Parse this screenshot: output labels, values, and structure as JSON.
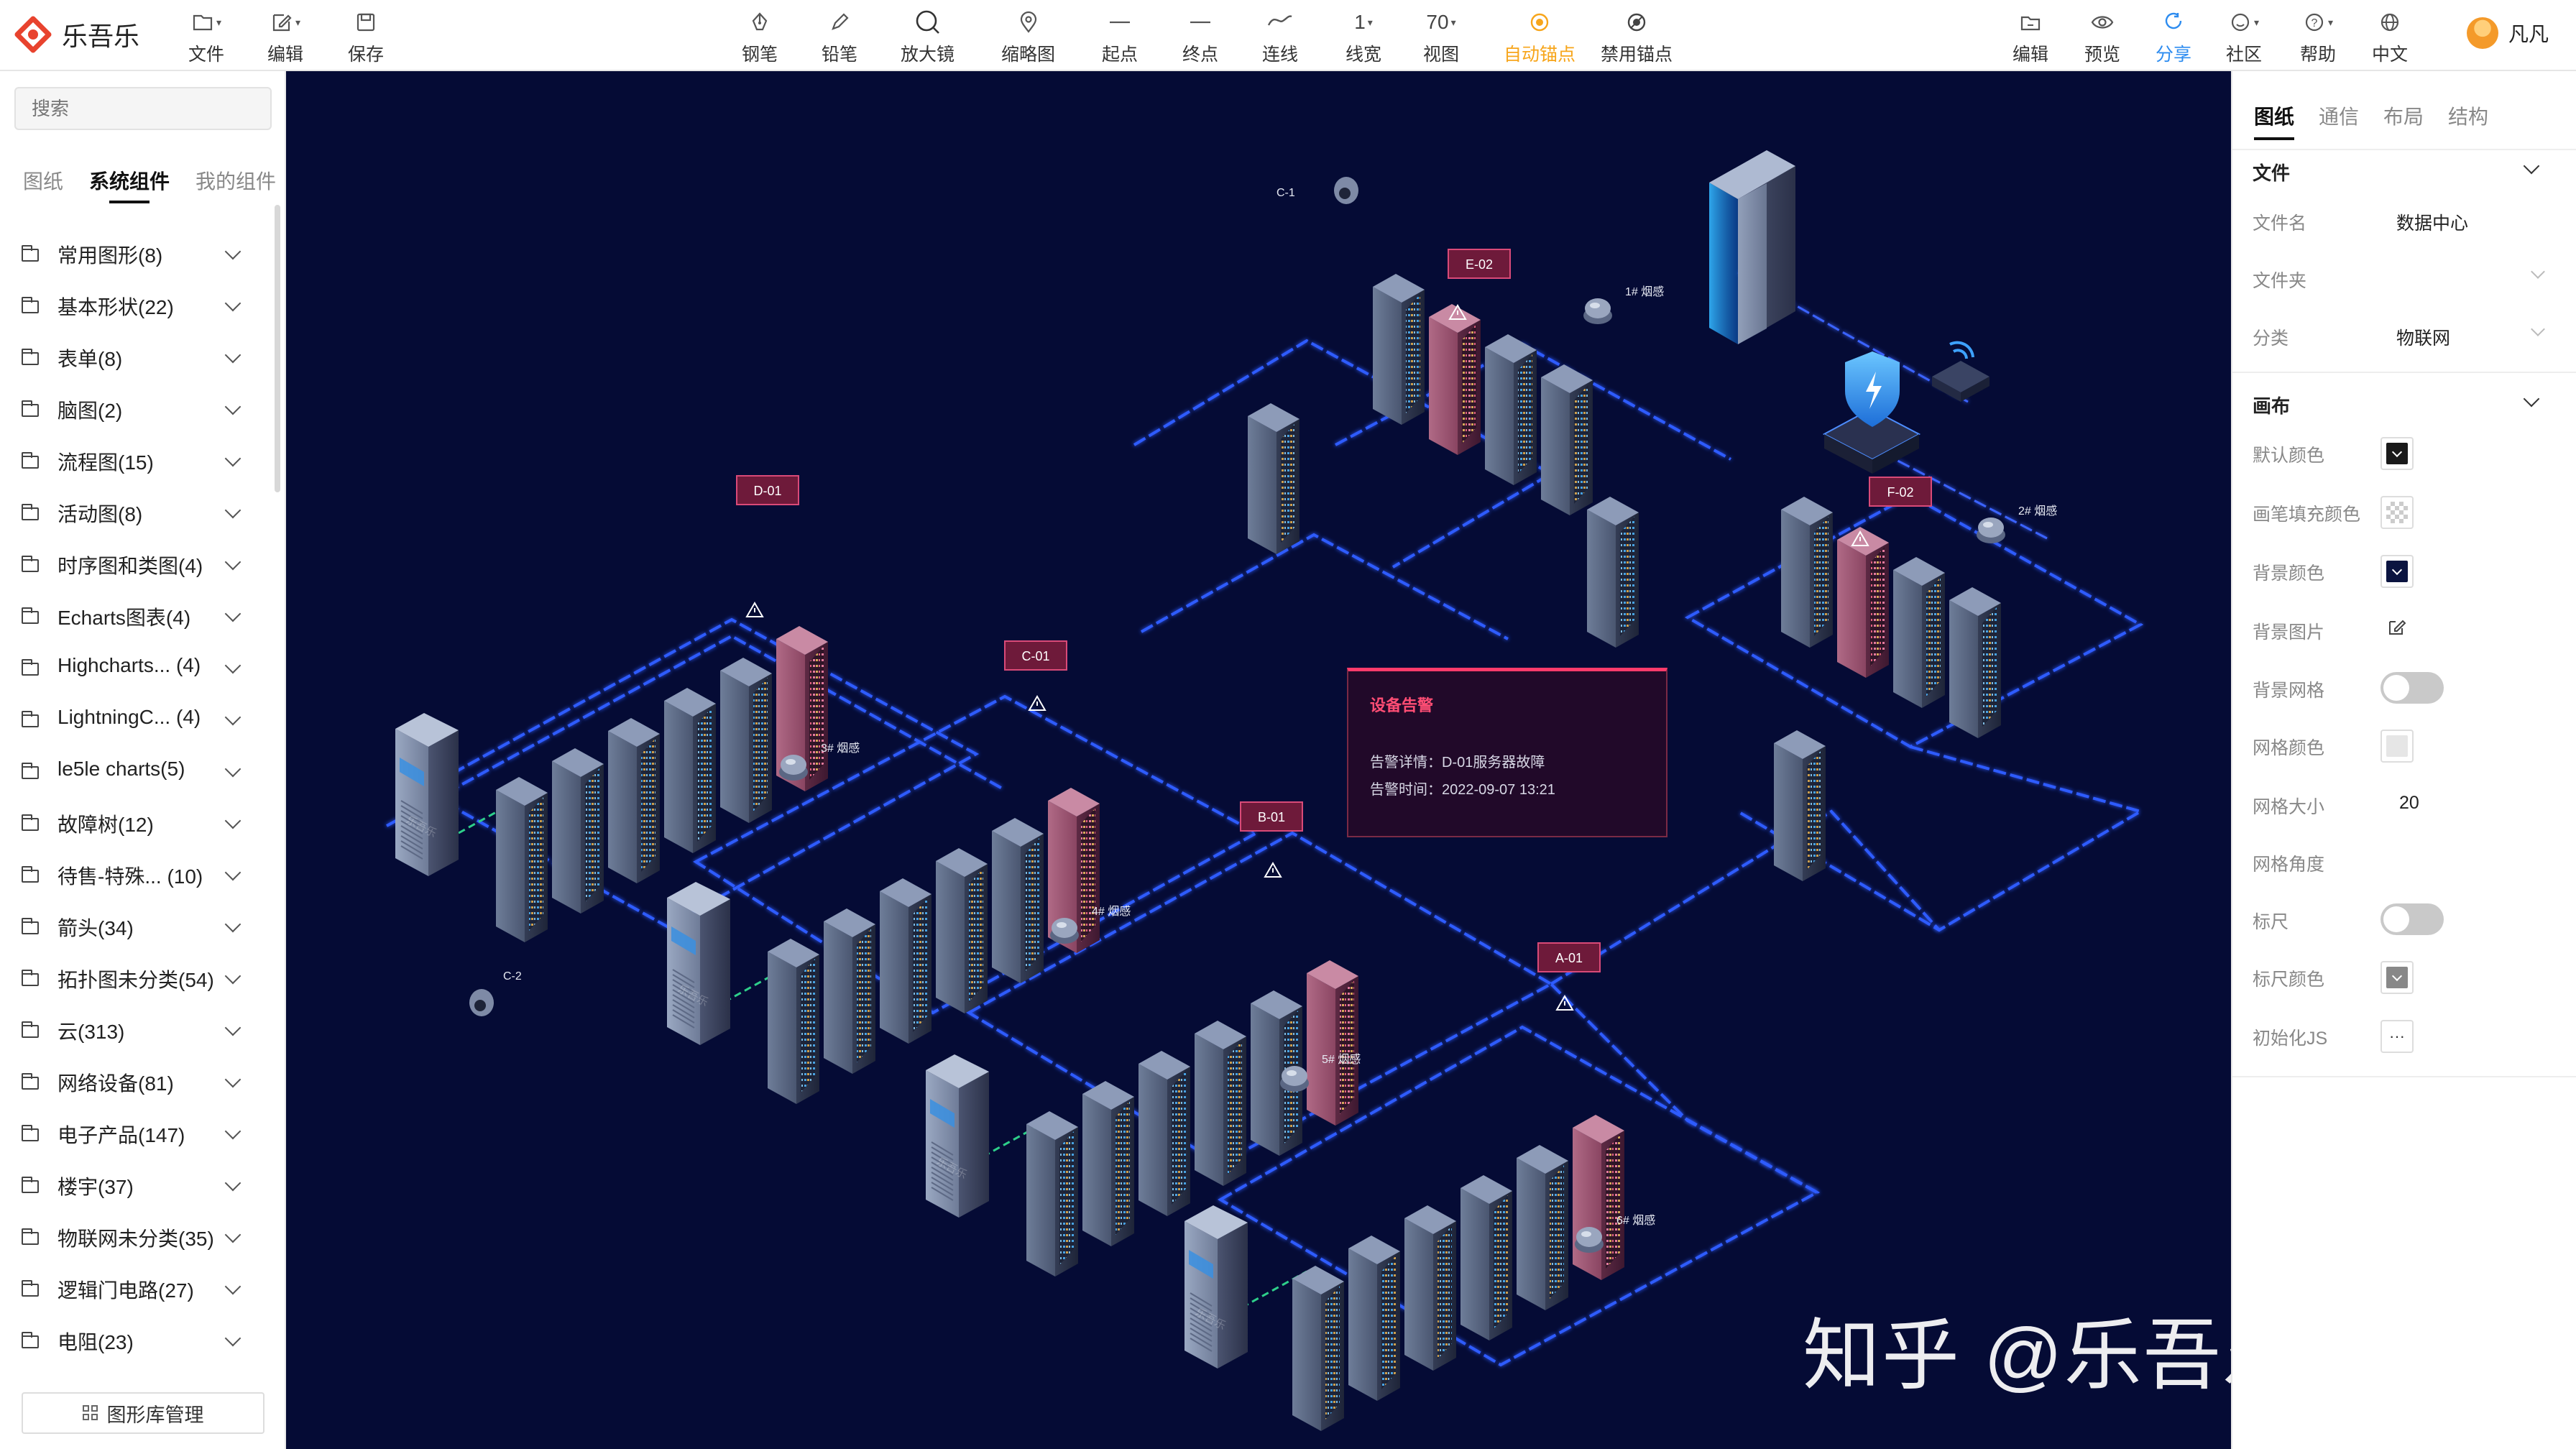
{
  "app": {
    "name": "乐吾乐",
    "user": "凡凡"
  },
  "toolbar": {
    "left": [
      {
        "label": "文件",
        "icon": "file-icon",
        "caret": true
      },
      {
        "label": "编辑",
        "icon": "edit-icon",
        "caret": true
      },
      {
        "label": "保存",
        "icon": "save-icon",
        "caret": false
      }
    ],
    "center": [
      {
        "label": "钢笔",
        "icon": "pen-icon"
      },
      {
        "label": "铅笔",
        "icon": "pencil-icon"
      },
      {
        "label": "放大镜",
        "icon": "magnifier-icon"
      },
      {
        "label": "缩略图",
        "icon": "map-pin-icon"
      },
      {
        "label": "起点",
        "icon": "line-start-icon"
      },
      {
        "label": "终点",
        "icon": "line-end-icon"
      },
      {
        "label": "连线",
        "icon": "curve-icon"
      },
      {
        "label": "线宽",
        "value": "1"
      },
      {
        "label": "视图",
        "value": "70"
      },
      {
        "label": "自动锚点",
        "icon": "anchor-auto-icon",
        "active": true
      },
      {
        "label": "禁用锚点",
        "icon": "anchor-disable-icon"
      }
    ],
    "right": [
      {
        "label": "编辑",
        "icon": "edit-folder-icon"
      },
      {
        "label": "预览",
        "icon": "eye-icon"
      },
      {
        "label": "分享",
        "icon": "share-icon",
        "highlight": true
      },
      {
        "label": "社区",
        "icon": "community-icon",
        "caret": true
      },
      {
        "label": "帮助",
        "icon": "help-icon",
        "caret": true
      },
      {
        "label": "中文",
        "icon": "globe-icon"
      }
    ]
  },
  "sidebar": {
    "search_placeholder": "搜索",
    "tabs": [
      "图纸",
      "系统组件",
      "我的组件"
    ],
    "active_tab": 1,
    "categories": [
      "常用图形(8)",
      "基本形状(22)",
      "表单(8)",
      "脑图(2)",
      "流程图(15)",
      "活动图(8)",
      "时序图和类图(4)",
      "Echarts图表(4)",
      "Highcharts... (4)",
      "LightningC... (4)",
      "le5le charts(5)",
      "故障树(12)",
      "待售-特殊...  (10)",
      "箭头(34)",
      "拓扑图未分类(54)",
      "云(313)",
      "网络设备(81)",
      "电子产品(147)",
      "楼宇(37)",
      "物联网未分类(35)",
      "逻辑门电路(27)",
      "电阻(23)"
    ],
    "library_button": "图形库管理"
  },
  "canvas": {
    "background": "#050b35",
    "labels": [
      "D-01",
      "C-01",
      "B-01",
      "A-01",
      "E-02",
      "F-02"
    ],
    "cameras": [
      "C-1",
      "C-2"
    ],
    "smoke_sensors": [
      "1# 烟感",
      "2# 烟感",
      "3# 烟感",
      "4# 烟感",
      "5# 烟感",
      "6# 烟感"
    ],
    "rack_watermark": "乐吾乐",
    "alert": {
      "title": "设备告警",
      "detail": "告警详情：D-01服务器故障",
      "time": "告警时间：2022-09-07 13:21"
    },
    "watermark": "知乎 @乐吾乐可视化"
  },
  "props": {
    "tabs": [
      "图纸",
      "通信",
      "布局",
      "结构"
    ],
    "active_tab": 0,
    "file_section": "文件",
    "file_name_label": "文件名",
    "file_name": "数据中心",
    "folder_label": "文件夹",
    "category_label": "分类",
    "category": "物联网",
    "canvas_section": "画布",
    "default_color_label": "默认颜色",
    "pen_fill_label": "画笔填充颜色",
    "bg_color_label": "背景颜色",
    "bg_image_label": "背景图片",
    "bg_grid_label": "背景网格",
    "grid_color_label": "网格颜色",
    "grid_size_label": "网格大小",
    "grid_size": "20",
    "grid_angle_label": "网格角度",
    "ruler_label": "标尺",
    "ruler_color_label": "标尺颜色",
    "init_js_label": "初始化JS",
    "init_js_btn": "···",
    "colors": {
      "default": "#1a1a1a",
      "background": "#0b1440",
      "grid": "#e6e6e6",
      "ruler": "#888888"
    }
  }
}
